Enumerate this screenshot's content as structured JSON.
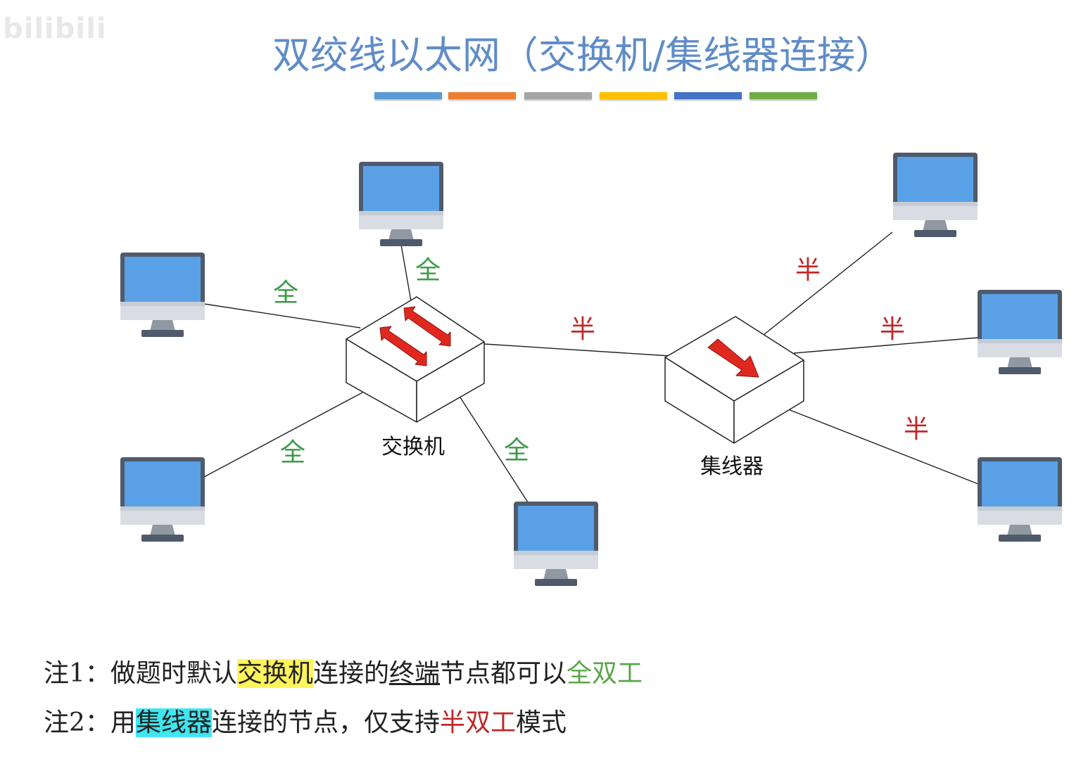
{
  "watermark": "bilibili",
  "title": "双绞线以太网（交换机/集线器连接）",
  "color_bars": [
    "#5b9bd5",
    "#ed7d31",
    "#a5a5a5",
    "#ffc000",
    "#4472c4",
    "#70ad47"
  ],
  "nodes": {
    "switch_label": "交换机",
    "hub_label": "集线器"
  },
  "edge_labels": {
    "full": "全",
    "half": "半"
  },
  "colors": {
    "full": "#3a9a45",
    "half": "#c0282a",
    "screen": "#5aa0e6",
    "monitor_frame": "#4f5b6b",
    "arrow": "#e0281f"
  },
  "notes": {
    "note1": {
      "prefix": "注1：",
      "part1": "做题时默认",
      "highlight": "交换机",
      "part2": "连接的",
      "underline": "终端",
      "part3": "节点都可以",
      "colored": "全双工"
    },
    "note2": {
      "prefix": "注2：",
      "part1": "用",
      "highlight": "集线器",
      "part2": "连接的节点，仅支持",
      "colored": "半双工",
      "part3": "模式"
    }
  }
}
